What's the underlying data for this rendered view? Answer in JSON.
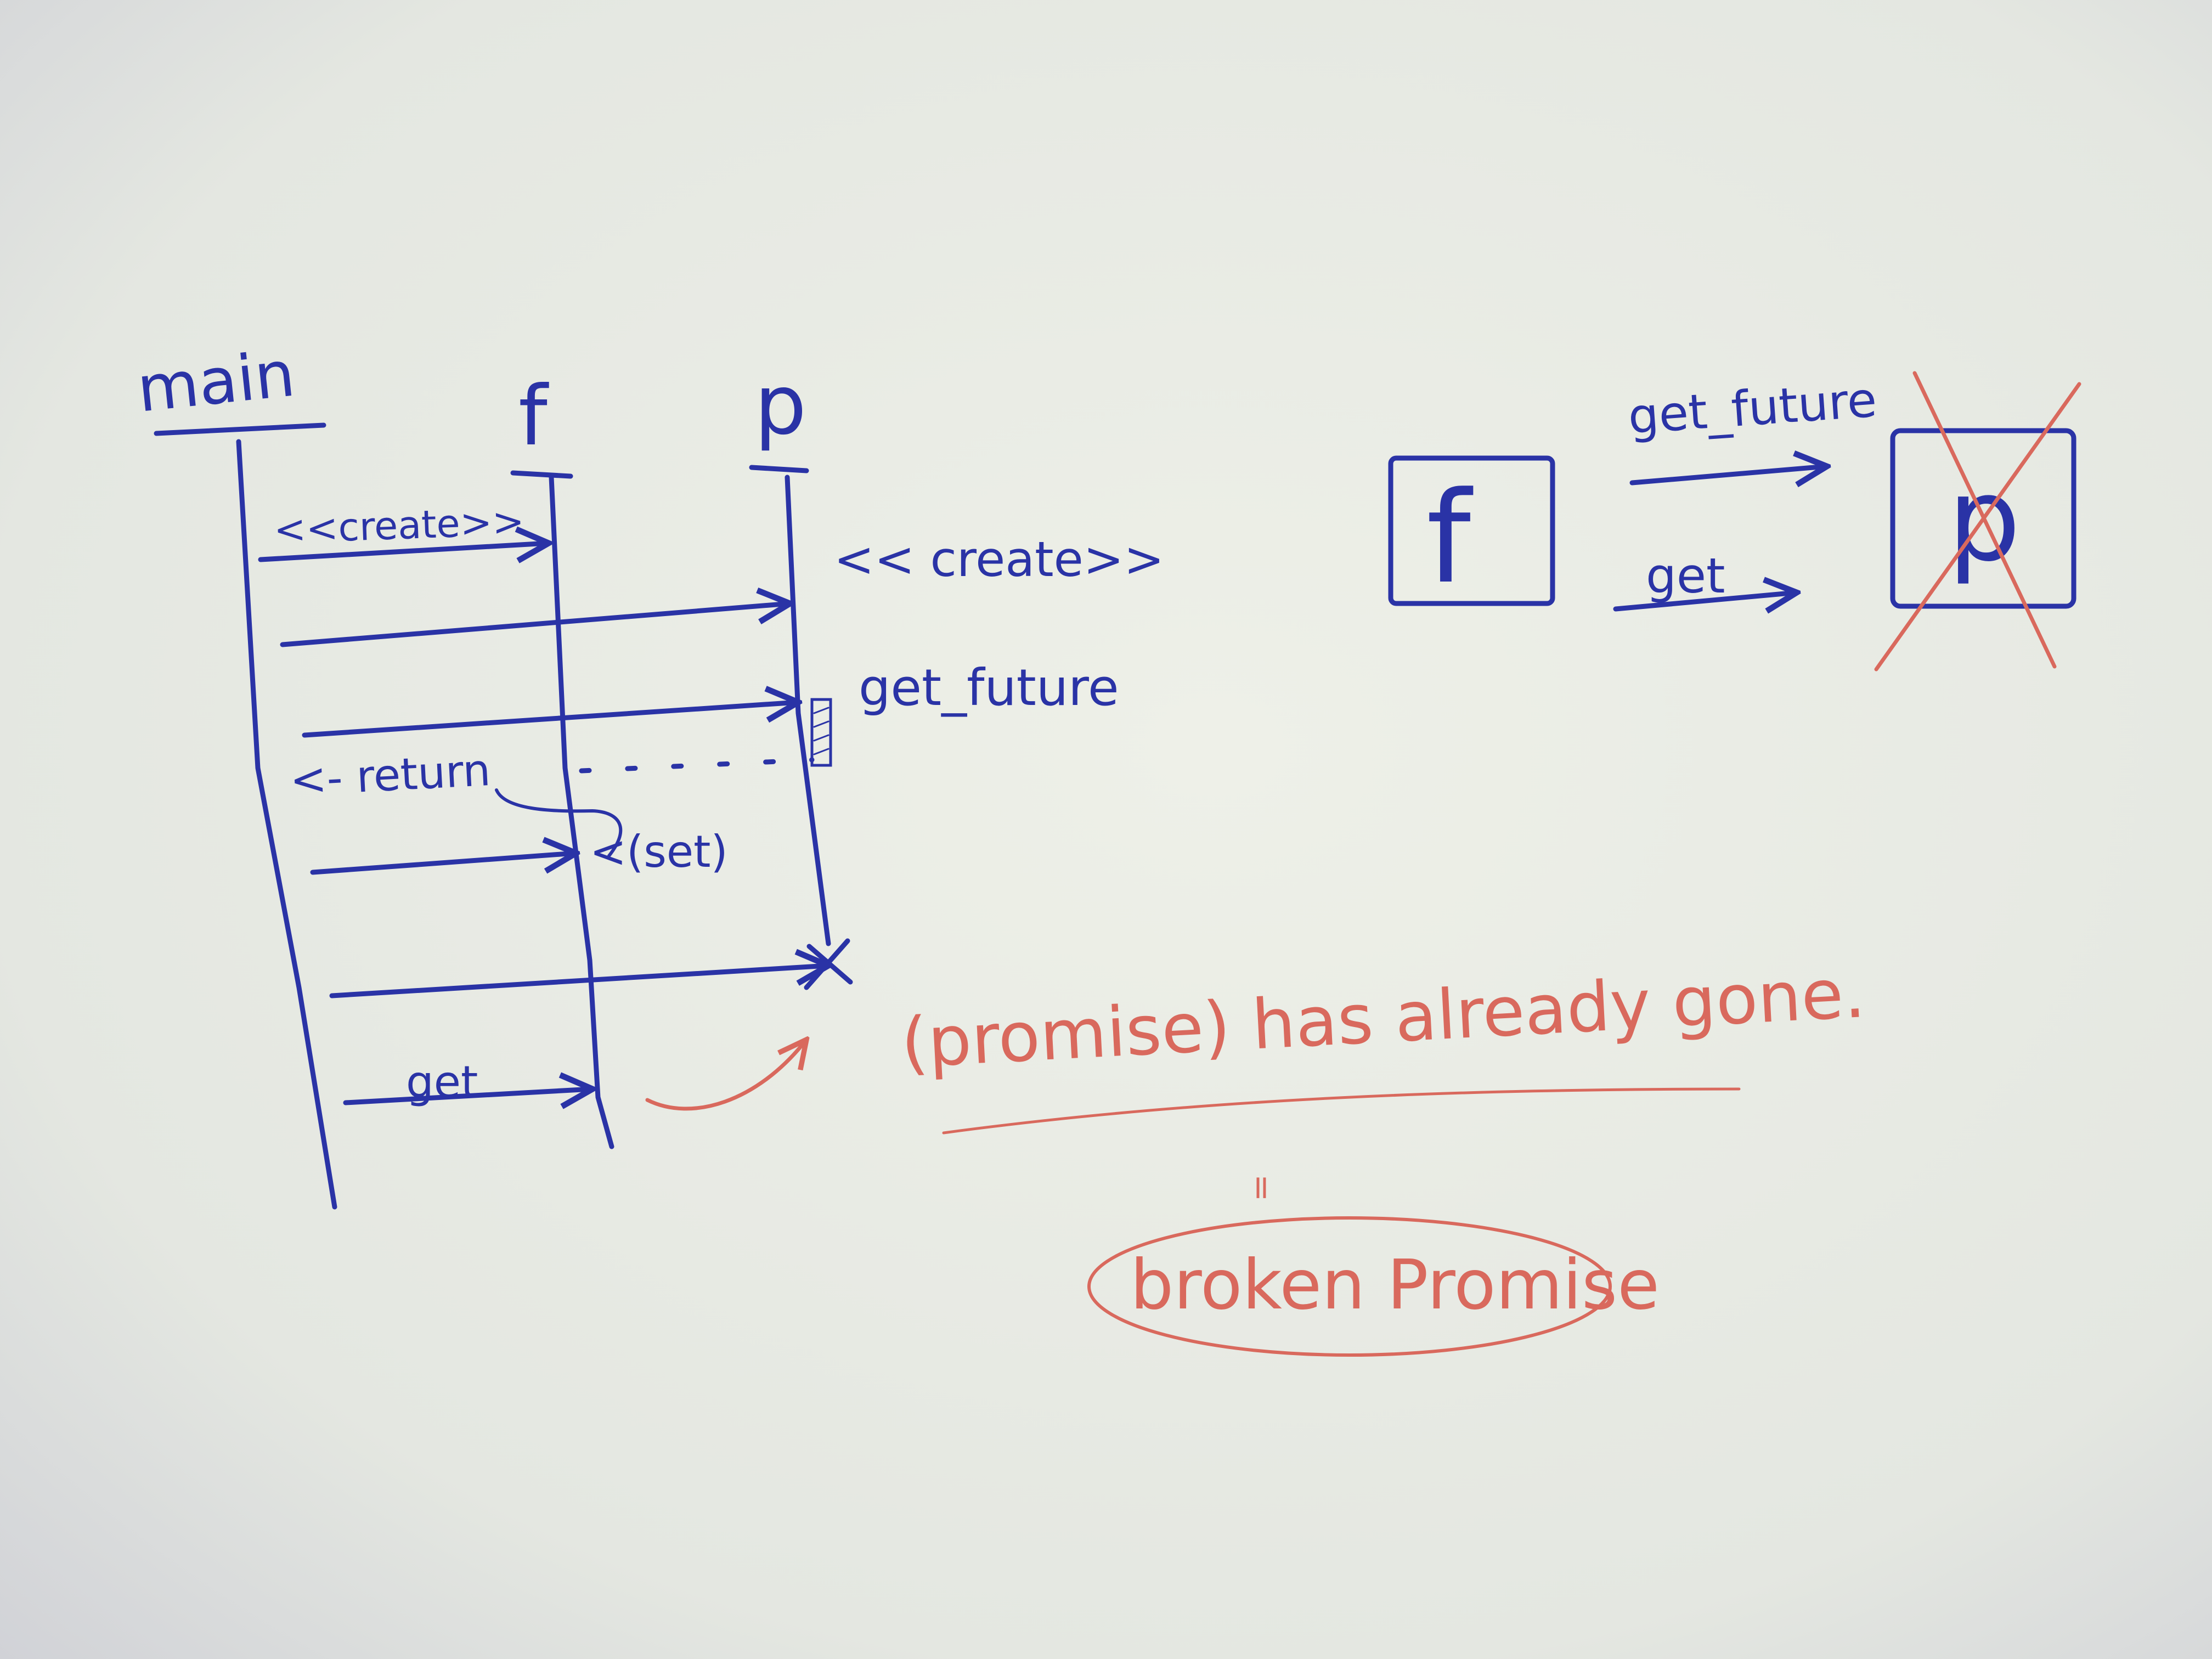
{
  "colors": {
    "paper": "#e6e9e2",
    "blue_ink": "#2a33a6",
    "red_ink": "#d9695d"
  },
  "sequence": {
    "lifelines": {
      "main": "main",
      "f": "f",
      "p": "p"
    },
    "messages": {
      "create_f": "<<create>>",
      "create_p": "<< create>>",
      "get_future": "get_future",
      "return": "<- return",
      "set": "<(set)",
      "get": "get"
    }
  },
  "ownership": {
    "f_box": "f",
    "p_box": "p",
    "get_future": "get_future",
    "get": "get"
  },
  "notes": {
    "already_gone": "(promise) has already gone.",
    "equals_mark": "=",
    "broken_promise": "broken Promise"
  }
}
